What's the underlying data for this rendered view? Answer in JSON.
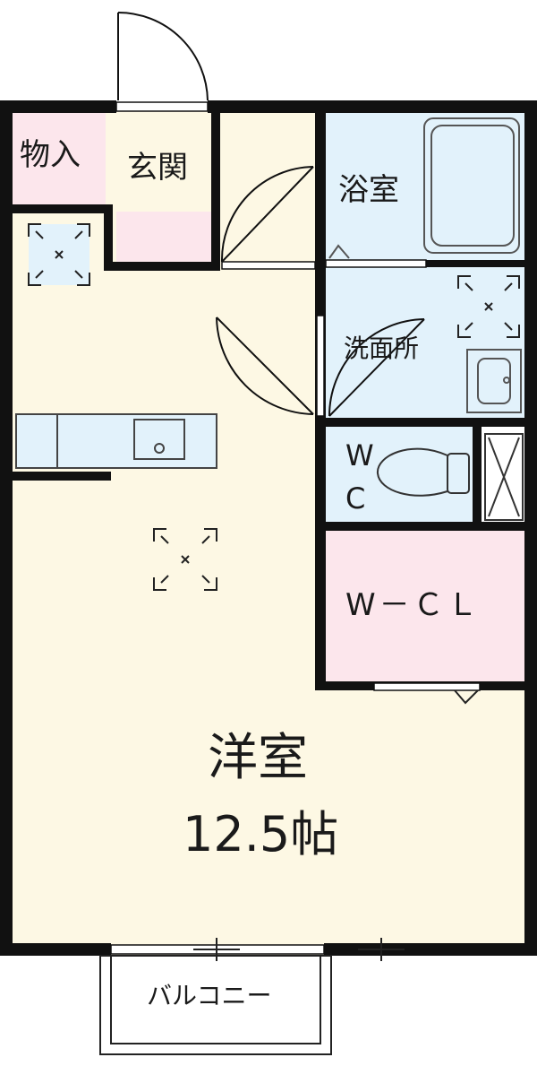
{
  "rooms": {
    "storage": "物入",
    "entrance": "玄関",
    "bathroom": "浴室",
    "washroom": "洗面所",
    "wc_w": "W",
    "wc_c": "C",
    "walk_in_closet": "W－ＣＬ",
    "western_room": "洋室",
    "western_room_size": "12.5帖",
    "balcony": "バルコニー"
  },
  "colors": {
    "wall": "#111111",
    "floor_main": "#fdf8e4",
    "floor_wet": "#e2f2fb",
    "floor_closet": "#fce6ec",
    "fixture_line": "#444444"
  },
  "icons": [
    "ceiling-light-icon",
    "door-swing-icon",
    "toilet-icon",
    "sink-icon",
    "bathtub-icon",
    "kitchen-counter-icon"
  ]
}
